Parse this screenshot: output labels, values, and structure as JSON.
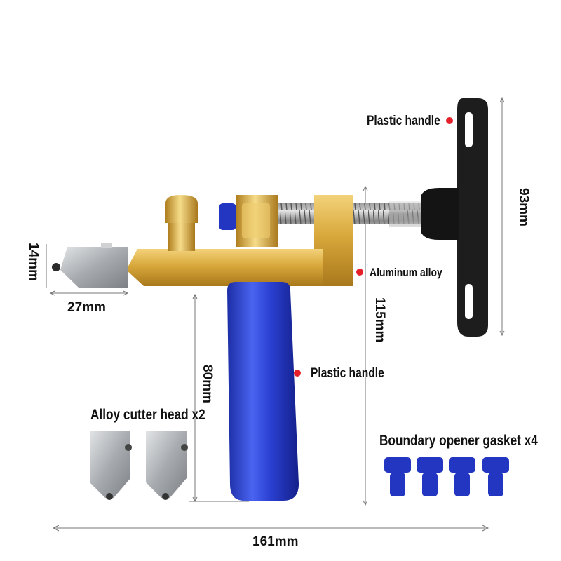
{
  "callouts": {
    "top_plastic_handle": "Plastic handle",
    "aluminum_alloy": "Aluminum alloy",
    "bottom_plastic_handle": "Plastic handle"
  },
  "dimensions": {
    "width_total": "161mm",
    "head_width": "27mm",
    "head_height": "14mm",
    "handle_length": "80mm",
    "body_height": "115mm",
    "t_handle_height": "93mm"
  },
  "accessories": {
    "cutter_heads": "Alloy cutter head x2",
    "gaskets": "Boundary opener gasket x4"
  },
  "colors": {
    "gold": "#d9a93a",
    "blue": "#2438c8",
    "black": "#1a1a1a",
    "steel": "#b9bcc0",
    "marker": "#e5202a"
  }
}
